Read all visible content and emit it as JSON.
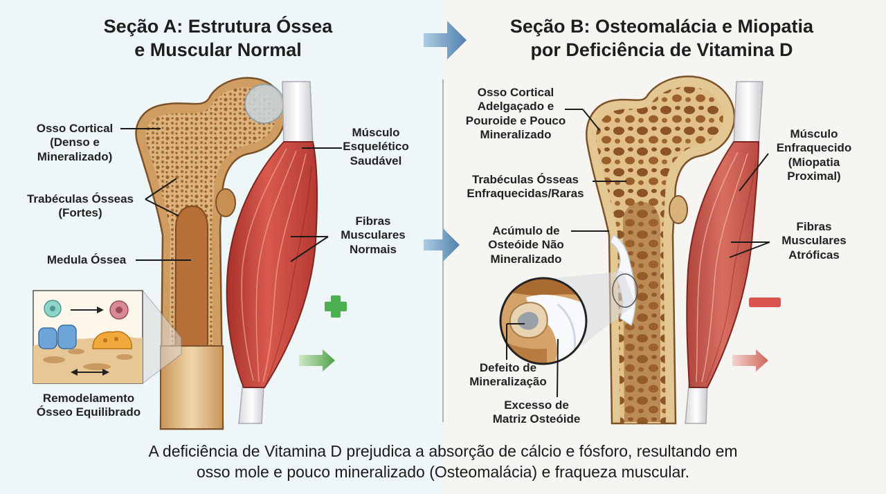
{
  "section_a": {
    "title": "Seção A: Estrutura Óssea\ne Muscular Normal",
    "labels": {
      "cortical": "Osso Cortical\n(Denso e\nMineralizado)",
      "trabeculae": "Trabéculas Ósseas\n(Fortes)",
      "marrow": "Medula Óssea",
      "muscle": "Músculo\nEsquelético\nSaudável",
      "fibers": "Fibras\nMusculares\nNormais",
      "remodeling": "Remodelamento\nÓsseo Equilibrado"
    },
    "indicator": "plus",
    "accent_color": "#4caf50"
  },
  "section_b": {
    "title": "Seção B: Osteomalácia e Miopatia\npor Deficiência de Vitamina D",
    "labels": {
      "cortical": "Osso Cortical\nAdelgaçado e\nPouroide e Pouco\nMineralizado",
      "trabeculae": "Trabéculas Ósseas\nEnfraquecidas/Raras",
      "osteoid": "Acúmulo de\nOsteóide Não\nMineralizado",
      "defect": "Defeito de\nMineralização",
      "matrix": "Excesso de\nMatriz Osteóide",
      "muscle": "Músculo\nEnfraquecido\n(Miopatia\nProximal)",
      "fibers": "Fibras\nMusculares\nAtróficas"
    },
    "indicator": "minus",
    "accent_color": "#d9534f"
  },
  "caption": "A deficiência de Vitamina D prejudica a absorção de cálcio e fósforo, resultando em\nosso mole e pouco mineralizado (Osteomalácia) e fraqueza muscular.",
  "colors": {
    "bg_left": "#eef6f8",
    "bg_right": "#f7f5f1",
    "bone": "#e2bf8f",
    "bone_dark": "#b57f43",
    "marrow": "#b06b35",
    "muscle": "#c9473f",
    "arrow_blue": "#5f8fb8"
  }
}
